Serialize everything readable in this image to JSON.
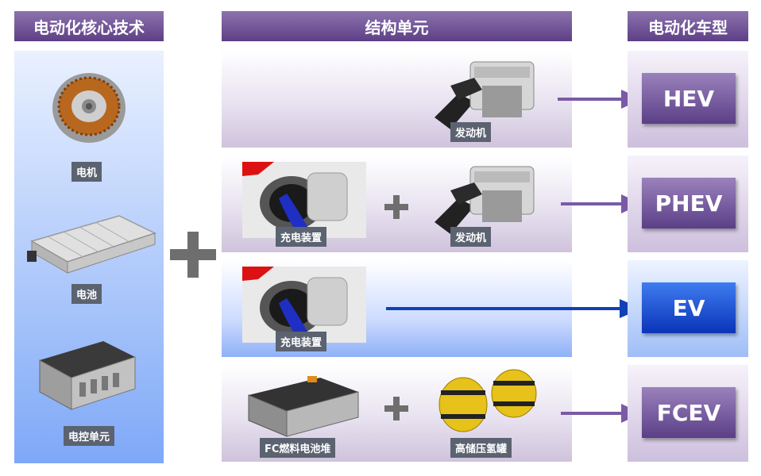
{
  "headers": {
    "core_tech": "电动化核心技术",
    "structure_unit": "结构单元",
    "vehicle_type": "电动化车型"
  },
  "core_components": [
    {
      "label": "电机",
      "icon": "motor-icon"
    },
    {
      "label": "电池",
      "icon": "battery-icon"
    },
    {
      "label": "电控单元",
      "icon": "control-unit-icon"
    }
  ],
  "rows": [
    {
      "units": [
        "发动机"
      ],
      "vehicle": "HEV",
      "color": "#7a5aa6"
    },
    {
      "units": [
        "充电装置",
        "发动机"
      ],
      "vehicle": "PHEV",
      "color": "#7a5aa6"
    },
    {
      "units": [
        "充电装置"
      ],
      "vehicle": "EV",
      "color": "#1040b8"
    },
    {
      "units": [
        "FC燃料电池堆",
        "高储压氢罐"
      ],
      "vehicle": "FCEV",
      "color": "#7a5aa6"
    }
  ],
  "colors": {
    "header_purple": "#6b4e93",
    "accent_blue": "#0a34b8",
    "tag_gray": "#5b6270",
    "plus_gray": "#6e6e6e"
  }
}
